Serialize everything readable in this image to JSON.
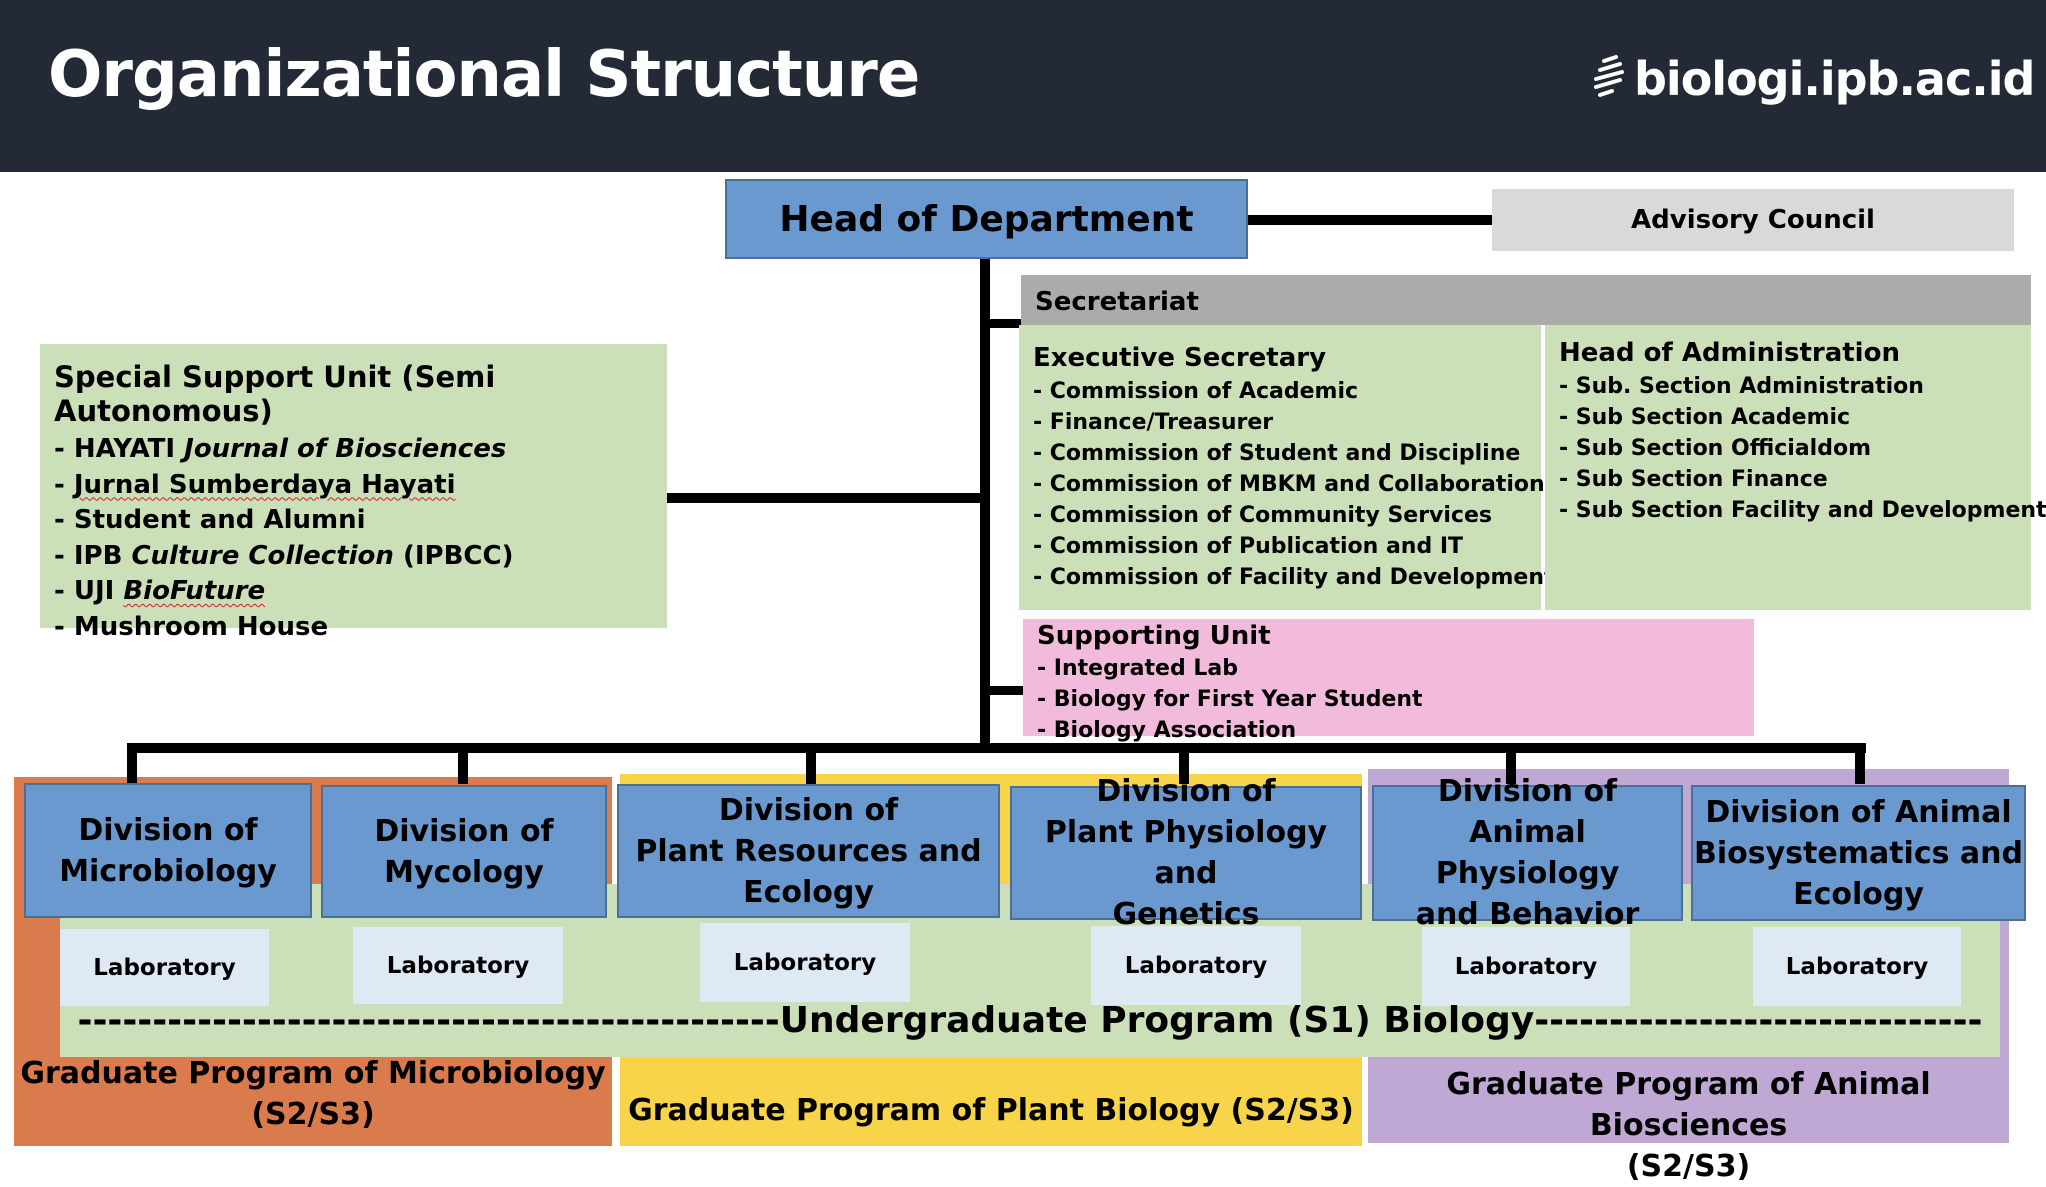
{
  "header": {
    "title": "Organizational Structure",
    "logo_text": "biologi.ipb.ac.id"
  },
  "colors": {
    "header_bg": "#242a35",
    "division_blue": "#6a99cf",
    "green": "#cbdfb8",
    "pink": "#f3bbdb",
    "gray": "#acabaa",
    "advisory_gray": "#d9d9d9",
    "orange": "#d97b4c",
    "yellow": "#f7d44a",
    "purple": "#bfa8d3",
    "lab_bg": "#dfe9f4"
  },
  "head_of_department": "Head of Department",
  "advisory_council": "Advisory Council",
  "secretariat": {
    "label": "Secretariat",
    "executive_secretary": {
      "title": "Executive Secretary",
      "items": [
        "- Commission of Academic",
        "- Finance/Treasurer",
        "- Commission of Student and Discipline",
        "- Commission of MBKM and Collaboration",
        "- Commission of Community Services",
        "- Commission of Publication and IT",
        "- Commission of Facility and Development"
      ]
    },
    "head_of_administration": {
      "title": "Head of Administration",
      "items": [
        "- Sub. Section Administration",
        "- Sub Section Academic",
        "- Sub Section Officialdom",
        "- Sub Section Finance",
        "- Sub Section Facility and Development"
      ]
    }
  },
  "special_support_unit": {
    "title": "Special Support Unit (Semi Autonomous)",
    "items": [
      {
        "prefix": "- HAYATI ",
        "italic": "Journal of Biosciences",
        "suffix": ""
      },
      {
        "prefix": "- ",
        "underlined": "Jurnal Sumberdaya Hayati",
        "suffix": ""
      },
      {
        "prefix": "- Student and Alumni",
        "italic": "",
        "suffix": ""
      },
      {
        "prefix": "- IPB ",
        "italic": "Culture Collection",
        "suffix": " (IPBCC)"
      },
      {
        "prefix": "- UJI ",
        "italic": "BioFuture",
        "suffix": ""
      },
      {
        "prefix": "- Mushroom House",
        "italic": "",
        "suffix": ""
      }
    ]
  },
  "supporting_unit": {
    "title": "Supporting Unit",
    "items": [
      "- Integrated Lab",
      "- Biology for First Year Student",
      "- Biology Association"
    ]
  },
  "divisions": [
    {
      "line1": "Division of",
      "line2": "Microbiology",
      "line3": "",
      "lab": "Laboratory"
    },
    {
      "line1": "Division of",
      "line2": "Mycology",
      "line3": "",
      "lab": "Laboratory"
    },
    {
      "line1": "Division of",
      "line2": "Plant Resources and",
      "line3": "Ecology",
      "lab": "Laboratory"
    },
    {
      "line1": "Division of",
      "line2": "Plant Physiology and",
      "line3": "Genetics",
      "lab": "Laboratory"
    },
    {
      "line1": "Division of",
      "line2": "Animal Physiology",
      "line3": "and Behavior",
      "lab": "Laboratory"
    },
    {
      "line1": "Division of Animal",
      "line2": "Biosystematics and",
      "line3": "Ecology",
      "lab": "Laboratory"
    }
  ],
  "undergraduate_program": "-----------------------------------------------Undergraduate Program (S1) Biology------------------------------",
  "graduate_programs": [
    {
      "line1": "Graduate Program of Microbiology",
      "line2": "(S2/S3)"
    },
    {
      "line1": "Graduate Program of Plant Biology (S2/S3)",
      "line2": ""
    },
    {
      "line1": "Graduate Program of Animal Biosciences",
      "line2": "(S2/S3)"
    }
  ]
}
